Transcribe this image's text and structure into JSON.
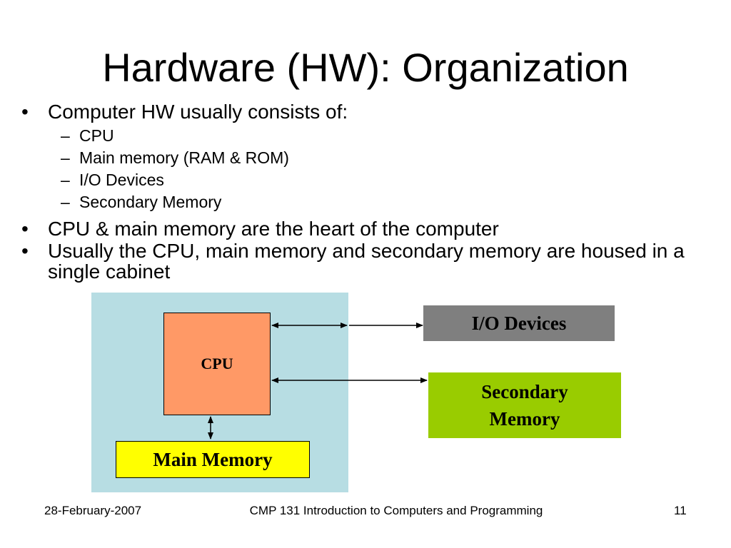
{
  "title": "Hardware (HW): Organization",
  "bullet_symbol": "•",
  "dash_symbol": "–",
  "bullets": [
    {
      "text": "Computer HW usually consists of:",
      "subitems": [
        "CPU",
        "Main memory (RAM & ROM)",
        "I/O Devices",
        "Secondary Memory"
      ]
    },
    {
      "text": "CPU & main memory are the heart of the computer"
    },
    {
      "text": "Usually the CPU, main memory and secondary memory are housed in a single cabinet"
    }
  ],
  "diagram": {
    "cpu_label": "CPU",
    "main_memory_label": "Main Memory",
    "io_devices_label": "I/O Devices",
    "secondary_memory_line1": "Secondary",
    "secondary_memory_line2": "Memory",
    "colors": {
      "cabinet": "#b7dde3",
      "cpu": "#ff9966",
      "main_memory": "#ffff00",
      "io_devices": "#7f7f7f",
      "secondary_memory": "#99cc00"
    }
  },
  "footer": {
    "date": "28-February-2007",
    "course": "CMP 131 Introduction to Computers and Programming",
    "page_number": "11"
  }
}
